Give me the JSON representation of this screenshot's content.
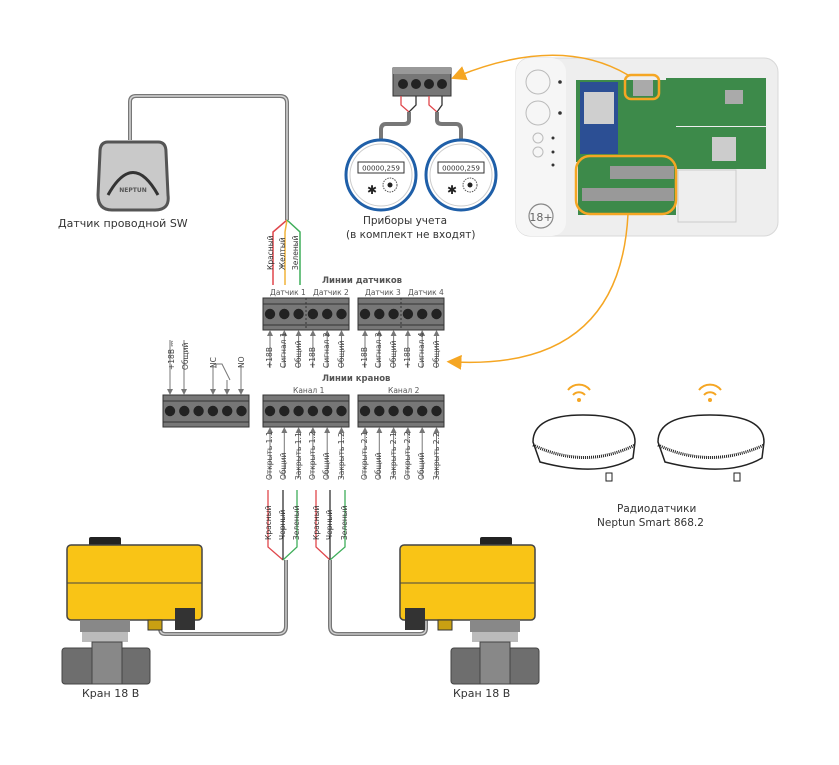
{
  "wired_sensor": {
    "label": "Датчик проводной SW",
    "brand": "NEPTUN",
    "wires": [
      "Красный",
      "Желтый",
      "Зеленый"
    ]
  },
  "meters": {
    "label_line1": "Приборы учета",
    "label_line2": "(в комплект не входят)",
    "readings": [
      "00000,259",
      "00000,259"
    ]
  },
  "controller": {
    "badge": "18+"
  },
  "sensor_lines": {
    "title": "Линии датчиков",
    "groups": [
      "Датчик 1",
      "Датчик 2",
      "Датчик 3",
      "Датчик 4"
    ],
    "block1_pins": [
      "+18В",
      "Сигнал 1",
      "Общий",
      "+18В",
      "Сигнал 2",
      "Общий"
    ],
    "block2_pins": [
      "+18В",
      "Сигнал 3",
      "Общий",
      "+18В",
      "Сигнал 4",
      "Общий"
    ]
  },
  "power_block": {
    "pins": [
      "+18В ⎓",
      "Общий",
      "NC",
      "NO"
    ]
  },
  "valve_lines": {
    "title": "Линии кранов",
    "channels": [
      "Канал 1",
      "Канал 2"
    ],
    "block1_pins": [
      "Открыть 1.1",
      "Общий",
      "Закрыть 1.1",
      "Открыть 1.2",
      "Общий",
      "Закрыть 1.2"
    ],
    "block2_pins": [
      "Открыть 2.1",
      "Общий",
      "Закрыть 2.1",
      "Открыть 2.2",
      "Общий",
      "Закрыть 2.2"
    ],
    "wires_valve1": [
      "Красный",
      "Черный",
      "Зеленый"
    ],
    "wires_valve2": [
      "Красный",
      "Черный",
      "Зеленый"
    ]
  },
  "valves": [
    {
      "label": "Кран 18 В"
    },
    {
      "label": "Кран 18 В"
    }
  ],
  "radio_sensors": {
    "label_line1": "Радиодатчики",
    "label_line2": "Neptun Smart 868.2"
  },
  "colors": {
    "accent_orange": "#f5a623",
    "wire_red": "#e0474c",
    "wire_yellow": "#f0b33a",
    "wire_green": "#3fae5a",
    "wire_black": "#333333",
    "cable_gray": "#8a8a8a",
    "terminal_gray": "#6e6e6e",
    "valve_yellow": "#f9c416",
    "meter_blue": "#1f5fa8",
    "pcb_green": "#3d8a4a"
  }
}
